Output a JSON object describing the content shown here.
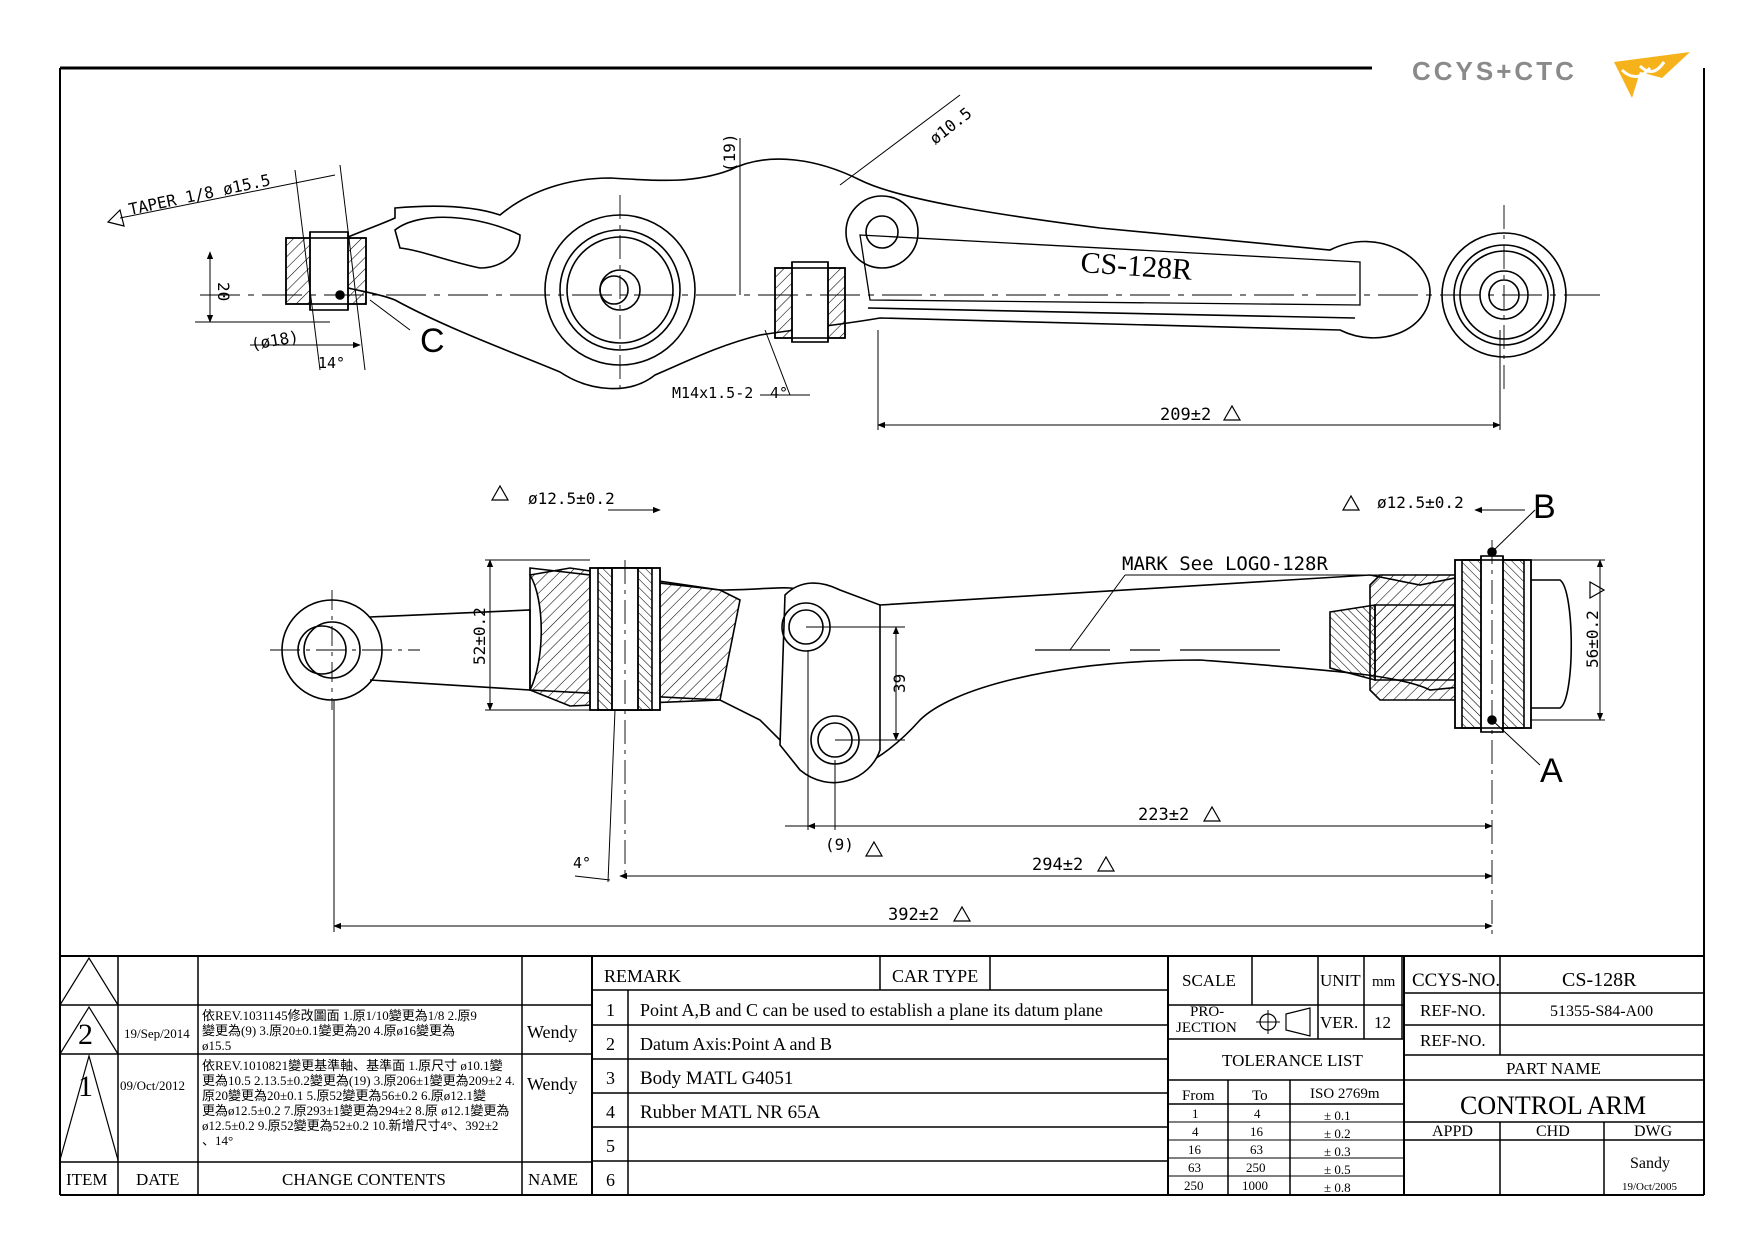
{
  "logo": {
    "text": "CCYS+CTC",
    "accent_color": "#f5b21b",
    "text_color": "#8a8a8a"
  },
  "top_view": {
    "part_mark": "CS-128R",
    "taper_label": "TAPER 1/8 ø15.5",
    "dim_19": "(19)",
    "dim_phi_10_5": "ø10.5",
    "dim_20": "20",
    "dim_phi_18": "(ø18)",
    "angle_14": "14°",
    "datum_c": "C",
    "thread_label": "M14x1.5-2",
    "angle_4_top": "4°",
    "dim_209": "209±2"
  },
  "front_view": {
    "dim_phi_12_5_left": "ø12.5±0.2",
    "dim_phi_12_5_right": "ø12.5±0.2",
    "datum_b": "B",
    "datum_a": "A",
    "mark_label": "MARK See LOGO-128R",
    "dim_52": "52±0.2",
    "dim_56": "56±0.2",
    "dim_39": "39",
    "dim_9": "(9)",
    "angle_4": "4°",
    "dim_223": "223±2",
    "dim_294": "294±2",
    "dim_392": "392±2"
  },
  "revisions": {
    "rows": [
      {
        "item": "2",
        "date": "19/Sep/2014",
        "lines": [
          "依REV.1031145修改圖面 1.原1/10變更為1/8 2.原9",
          "變更為(9) 3.原20±0.1變更為20 4.原ø16變更為",
          "ø15.5"
        ],
        "name": "Wendy"
      },
      {
        "item": "1",
        "date": "09/Oct/2012",
        "lines": [
          "依REV.1010821變更基準軸、基準面 1.原尺寸 ø10.1變",
          "更為10.5 2.13.5±0.2變更為(19) 3.原206±1變更為209±2 4.",
          "原20變更為20±0.1 5.原52變更為56±0.2 6.原ø12.1變",
          "更為ø12.5±0.2 7.原293±1變更為294±2 8.原 ø12.1變更為",
          "ø12.5±0.2 9.原52變更為52±0.2 10.新增尺寸4°、392±2",
          "、14°"
        ],
        "name": "Wendy"
      }
    ],
    "header": {
      "item": "ITEM",
      "date": "DATE",
      "contents": "CHANGE CONTENTS",
      "name": "NAME"
    }
  },
  "remarks": {
    "header": "REMARK",
    "car_type_label": "CAR TYPE",
    "car_type_value": "",
    "items": [
      {
        "no": "1",
        "text": "Point A,B and C can be used to establish a plane its datum plane"
      },
      {
        "no": "2",
        "text": "Datum Axis:Point A and B"
      },
      {
        "no": "3",
        "text": "Body MATL G4051"
      },
      {
        "no": "4",
        "text": "Rubber MATL NR 65A"
      },
      {
        "no": "5",
        "text": ""
      },
      {
        "no": "6",
        "text": ""
      }
    ]
  },
  "title_block": {
    "scale_label": "SCALE",
    "scale_value": "",
    "unit_label": "UNIT",
    "unit_value": "mm",
    "projection_label_1": "PRO-",
    "projection_label_2": "JECTION",
    "ver_label": "VER.",
    "ver_value": "12",
    "tolerance_title": "TOLERANCE LIST",
    "tolerance_header": {
      "from": "From",
      "to": "To",
      "std": "ISO 2769m"
    },
    "tolerance_rows": [
      {
        "from": "1",
        "to": "4",
        "tol": "± 0.1"
      },
      {
        "from": "4",
        "to": "16",
        "tol": "± 0.2"
      },
      {
        "from": "16",
        "to": "63",
        "tol": "± 0.3"
      },
      {
        "from": "63",
        "to": "250",
        "tol": "± 0.5"
      },
      {
        "from": "250",
        "to": "1000",
        "tol": "± 0.8"
      }
    ],
    "ccys_no_label": "CCYS-NO.",
    "ccys_no_value": "CS-128R",
    "ref_no_label": "REF-NO.",
    "ref_no_value": "51355-S84-A00",
    "ref_no_label_2": "REF-NO.",
    "ref_no_value_2": "",
    "part_name_label": "PART NAME",
    "part_name_value": "CONTROL ARM",
    "appd_label": "APPD",
    "chd_label": "CHD",
    "dwg_label": "DWG",
    "dwg_name": "Sandy",
    "dwg_date": "19/Oct/2005"
  }
}
